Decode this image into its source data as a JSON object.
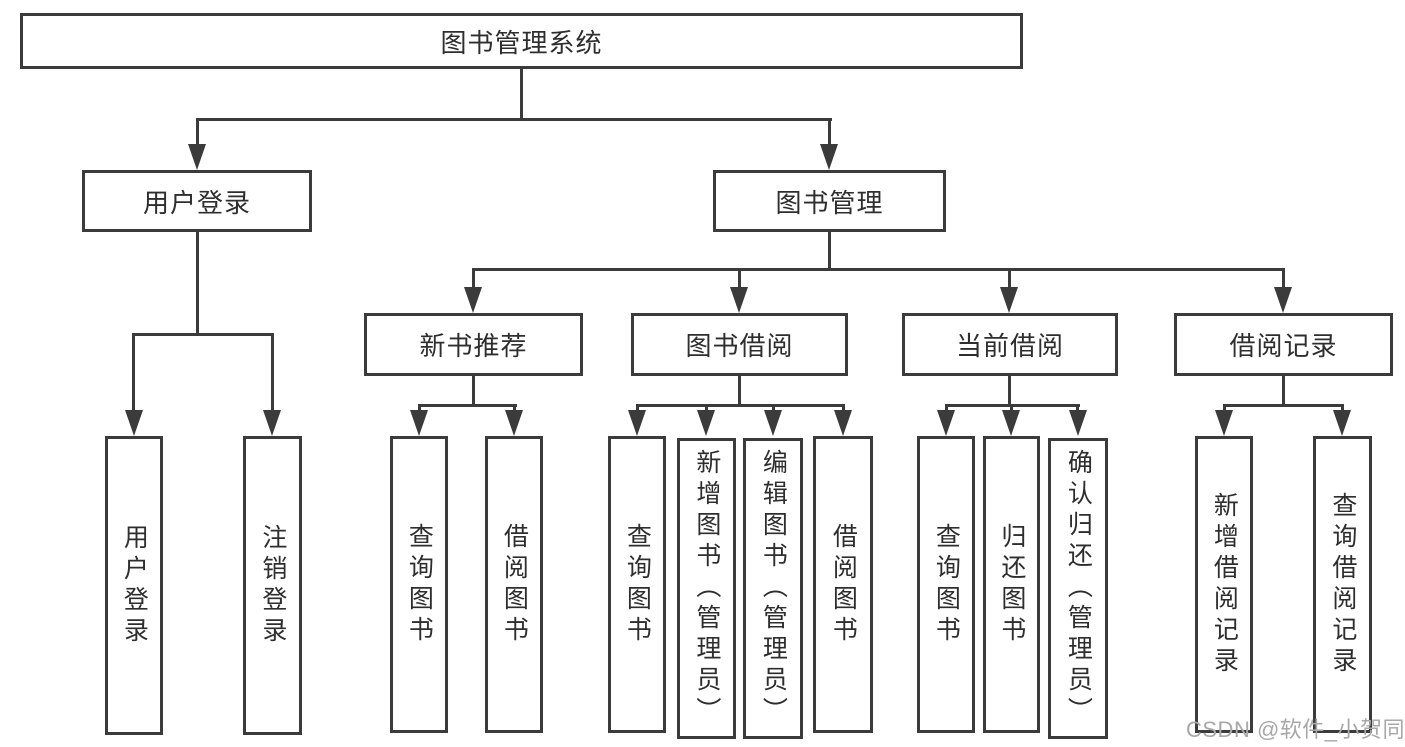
{
  "tree": {
    "label": "图书管理系统",
    "children": [
      {
        "label": "用户登录",
        "children": [
          {
            "label": "用户登录"
          },
          {
            "label": "注销登录"
          }
        ]
      },
      {
        "label": "图书管理",
        "children": [
          {
            "label": "新书推荐",
            "children": [
              {
                "label": "查询图书"
              },
              {
                "label": "借阅图书"
              }
            ]
          },
          {
            "label": "图书借阅",
            "children": [
              {
                "label": "查询图书"
              },
              {
                "label": "新增图书（管理员）"
              },
              {
                "label": "编辑图书（管理员）"
              },
              {
                "label": "借阅图书"
              }
            ]
          },
          {
            "label": "当前借阅",
            "children": [
              {
                "label": "查询图书"
              },
              {
                "label": "归还图书"
              },
              {
                "label": "确认归还（管理员）"
              }
            ]
          },
          {
            "label": "借阅记录",
            "children": [
              {
                "label": "新增借阅记录"
              },
              {
                "label": "查询借阅记录"
              }
            ]
          }
        ]
      }
    ]
  },
  "watermark": {
    "text": "CSDN @软件_小贺同学"
  },
  "colors": {
    "line": "#3b3b3b",
    "text": "#2e2e2e",
    "background": "#ffffff",
    "watermark": "#a8a8a8"
  }
}
